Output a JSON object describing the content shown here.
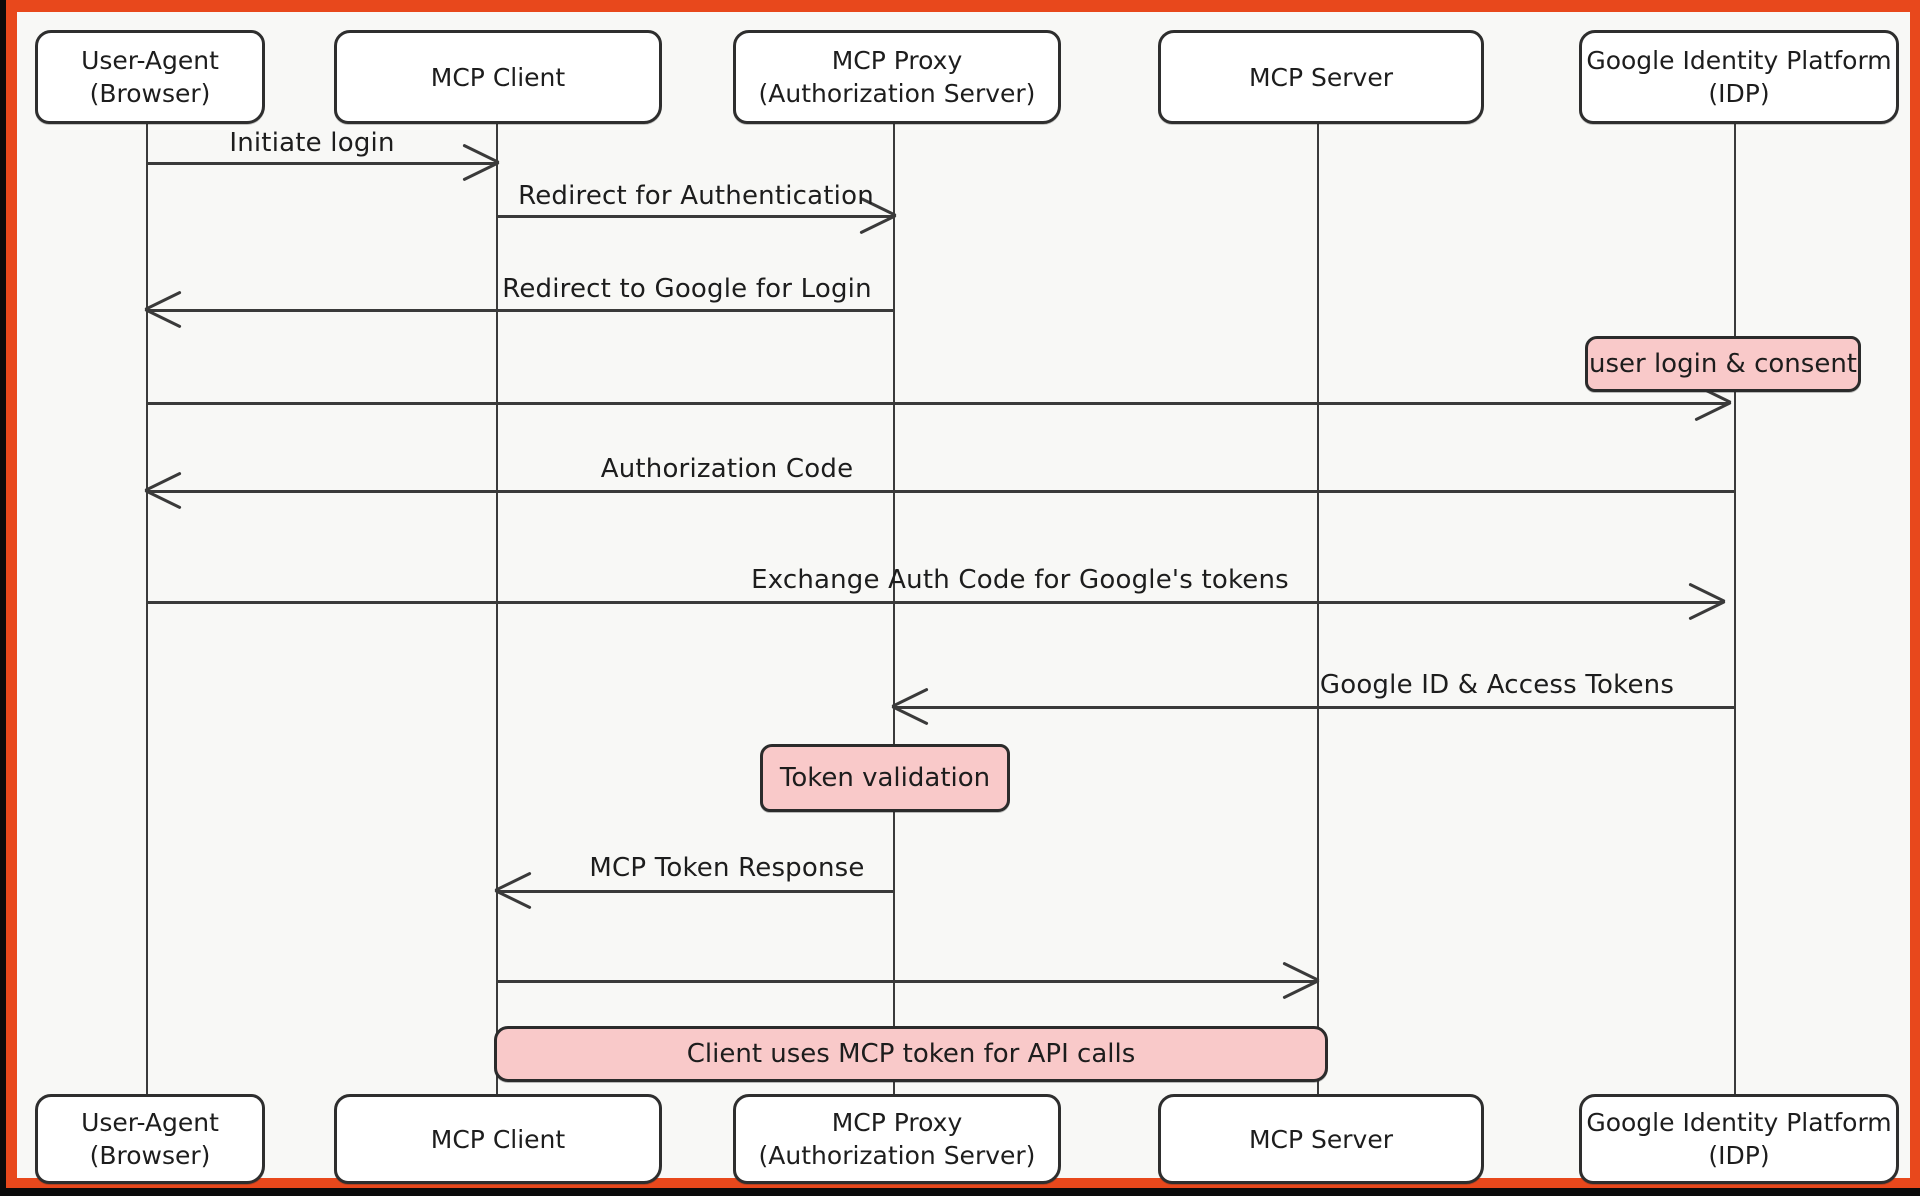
{
  "palette": {
    "frame_orange": "#e8481c",
    "canvas_bg": "#f8f8f6",
    "stroke": "#3a3a3a",
    "note_pink": "#f9c9c9",
    "text": "#1d1d1d"
  },
  "actors": [
    {
      "id": "user-agent",
      "label": "User-Agent\n(Browser)"
    },
    {
      "id": "mcp-client",
      "label": "MCP Client"
    },
    {
      "id": "mcp-proxy",
      "label": "MCP Proxy\n(Authorization Server)"
    },
    {
      "id": "mcp-server",
      "label": "MCP Server"
    },
    {
      "id": "google-idp",
      "label": "Google Identity Platform\n(IDP)"
    }
  ],
  "messages": [
    {
      "label": "Initiate login",
      "from": "user-agent",
      "to": "mcp-client"
    },
    {
      "label": "Redirect for Authentication",
      "from": "mcp-client",
      "to": "mcp-proxy"
    },
    {
      "label": "Redirect to Google for Login",
      "from": "mcp-proxy",
      "to": "user-agent"
    },
    {
      "label": "",
      "from": "user-agent",
      "to": "google-idp"
    },
    {
      "label": "Authorization Code",
      "from": "google-idp",
      "to": "user-agent"
    },
    {
      "label": "Exchange Auth Code for Google's tokens",
      "from": "user-agent",
      "to": "google-idp"
    },
    {
      "label": "Google ID & Access Tokens",
      "from": "google-idp",
      "to": "mcp-proxy"
    },
    {
      "label": "MCP Token Response",
      "from": "mcp-proxy",
      "to": "mcp-client"
    },
    {
      "label": "",
      "from": "mcp-client",
      "to": "mcp-server"
    }
  ],
  "notes": [
    {
      "label": "user login & consent",
      "anchor": "google-idp"
    },
    {
      "label": "Token validation",
      "anchor": "mcp-proxy"
    },
    {
      "label": "Client uses MCP token for API calls",
      "anchor": "mcp-client-to-mcp-server"
    }
  ]
}
